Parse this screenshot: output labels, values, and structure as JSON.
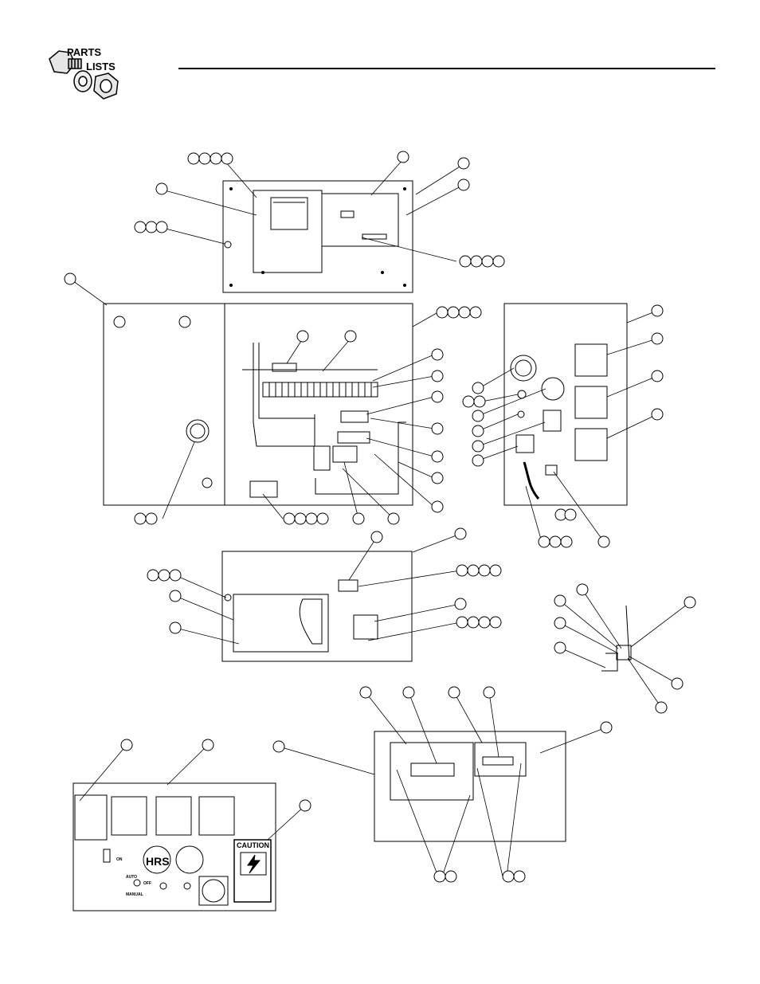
{
  "header": {
    "logo_word_1": "PARTS",
    "logo_word_2": "LISTS"
  },
  "icons": {
    "logo": "bolt-washer-nut-icon",
    "danger": "lightning-bolt-icon"
  },
  "front_panel": {
    "hour_meter_label": "HRS",
    "switch_label_on": "ON",
    "switch_label_auto": "AUTO",
    "switch_label_off": "OFF",
    "switch_label_manual": "MANUAL",
    "caution_label": "CAUTION"
  }
}
